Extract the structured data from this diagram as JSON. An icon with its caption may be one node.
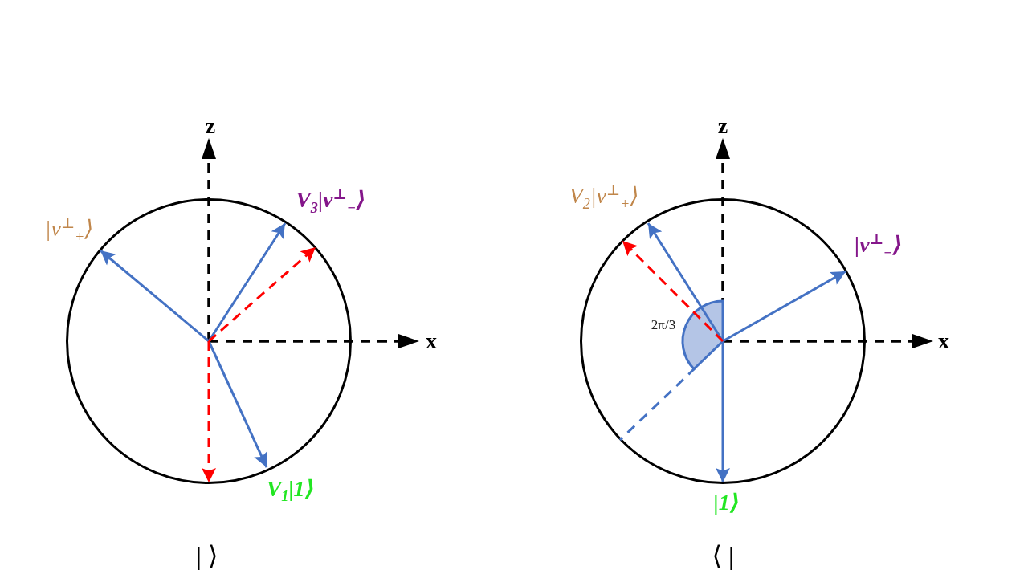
{
  "diagram": {
    "nodes": [
      {
        "text": [],
        "shape": "circle"
      },
      {
        "text": [],
        "shape": "circle"
      }
    ],
    "labels": [
      "z",
      "|v$^{⊥}$$_{+}$⟩",
      "V$_{3}$|v$^{⊥}$$_{−}$⟩",
      "x",
      "V$_{1}$|1⟩",
      "| ⟩",
      "z",
      "V$_{2}$|v$^{⊥}$$_{+}$⟩",
      "|v$^{⊥}$$_{−}$⟩",
      "2π/3",
      "x",
      "|1⟩",
      "⟨ |"
    ]
  }
}
